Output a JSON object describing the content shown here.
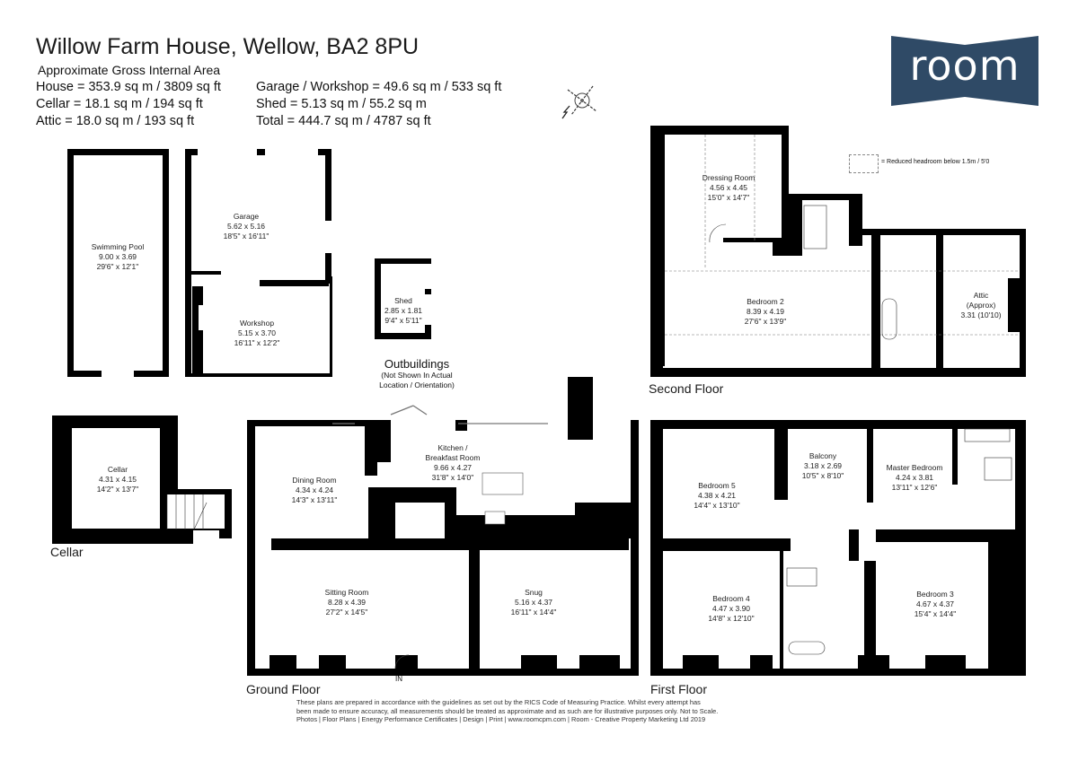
{
  "header": {
    "title": "Willow Farm House, Wellow, BA2 8PU",
    "area_heading": "Approximate Gross Internal Area",
    "areas_left": [
      "House  = 353.9 sq m / 3809 sq ft",
      "Cellar = 18.1 sq m / 194 sq ft",
      "Attic = 18.0 sq m / 193 sq ft"
    ],
    "areas_right": [
      "Garage / Workshop = 49.6 sq m / 533 sq ft",
      "Shed = 5.13 sq m / 55.2 sq m",
      "Total = 444.7 sq m / 4787 sq ft"
    ]
  },
  "logo": {
    "text": "room",
    "color": "#2f4a66"
  },
  "compass": {
    "icon": "compass-north-icon",
    "label": "N"
  },
  "legend": {
    "text": "= Reduced headroom below 1.5m / 5'0"
  },
  "outbuildings": {
    "title": "Outbuildings",
    "note_line1": "(Not Shown In Actual",
    "note_line2": "Location / Orientation)",
    "rooms": [
      {
        "name": "Swimming Pool",
        "metric": "9.00 x 3.69",
        "imperial": "29'6\" x 12'1\""
      },
      {
        "name": "Garage",
        "metric": "5.62 x 5.16",
        "imperial": "18'5\" x 16'11\""
      },
      {
        "name": "Workshop",
        "metric": "5.15 x 3.70",
        "imperial": "16'11\" x 12'2\""
      },
      {
        "name": "Shed",
        "metric": "2.85 x 1.81",
        "imperial": "9'4\" x 5'11\""
      }
    ]
  },
  "cellar": {
    "label": "Cellar",
    "rooms": [
      {
        "name": "Cellar",
        "metric": "4.31 x 4.15",
        "imperial": "14'2\" x 13'7\""
      }
    ]
  },
  "ground_floor": {
    "label": "Ground Floor",
    "entrance": "IN",
    "rooms": [
      {
        "name": "Kitchen /",
        "name2": "Breakfast Room",
        "metric": "9.66 x 4.27",
        "imperial": "31'8\" x 14'0\""
      },
      {
        "name": "Dining Room",
        "metric": "4.34 x 4.24",
        "imperial": "14'3\" x 13'11\""
      },
      {
        "name": "Sitting Room",
        "metric": "8.28 x 4.39",
        "imperial": "27'2\" x 14'5\""
      },
      {
        "name": "Snug",
        "metric": "5.16 x 4.37",
        "imperial": "16'11\" x 14'4\""
      }
    ]
  },
  "first_floor": {
    "label": "First Floor",
    "rooms": [
      {
        "name": "Bedroom 5",
        "metric": "4.38 x 4.21",
        "imperial": "14'4\" x 13'10\""
      },
      {
        "name": "Balcony",
        "metric": "3.18 x 2.69",
        "imperial": "10'5\" x 8'10\""
      },
      {
        "name": "Master Bedroom",
        "metric": "4.24 x 3.81",
        "imperial": "13'11\" x 12'6\""
      },
      {
        "name": "Bedroom 4",
        "metric": "4.47 x 3.90",
        "imperial": "14'8\" x 12'10\""
      },
      {
        "name": "Bedroom 3",
        "metric": "4.67 x 4.37",
        "imperial": "15'4\" x 14'4\""
      }
    ]
  },
  "second_floor": {
    "label": "Second Floor",
    "rooms": [
      {
        "name": "Dressing Room",
        "metric": "4.56 x 4.45",
        "imperial": "15'0\" x 14'7\""
      },
      {
        "name": "Bedroom 2",
        "metric": "8.39 x 4.19",
        "imperial": "27'6\" x 13'9\""
      },
      {
        "name": "Attic",
        "name2": "(Approx)",
        "metric": "3.31 (10'10)"
      }
    ]
  },
  "disclaimer": {
    "line1": "These plans are prepared in accordance with the guidelines as set out by the RICS Code of Measuring Practice. Whilst every attempt has",
    "line2": "been made to ensure accuracy, all measurements should be treated as approximate and as such are for illustrative purposes only. Not to Scale.",
    "line3": "Photos | Floor Plans | Energy Performance Certificates | Design | Print | www.roomcpm.com | Room - Creative Property Marketing Ltd 2019"
  }
}
